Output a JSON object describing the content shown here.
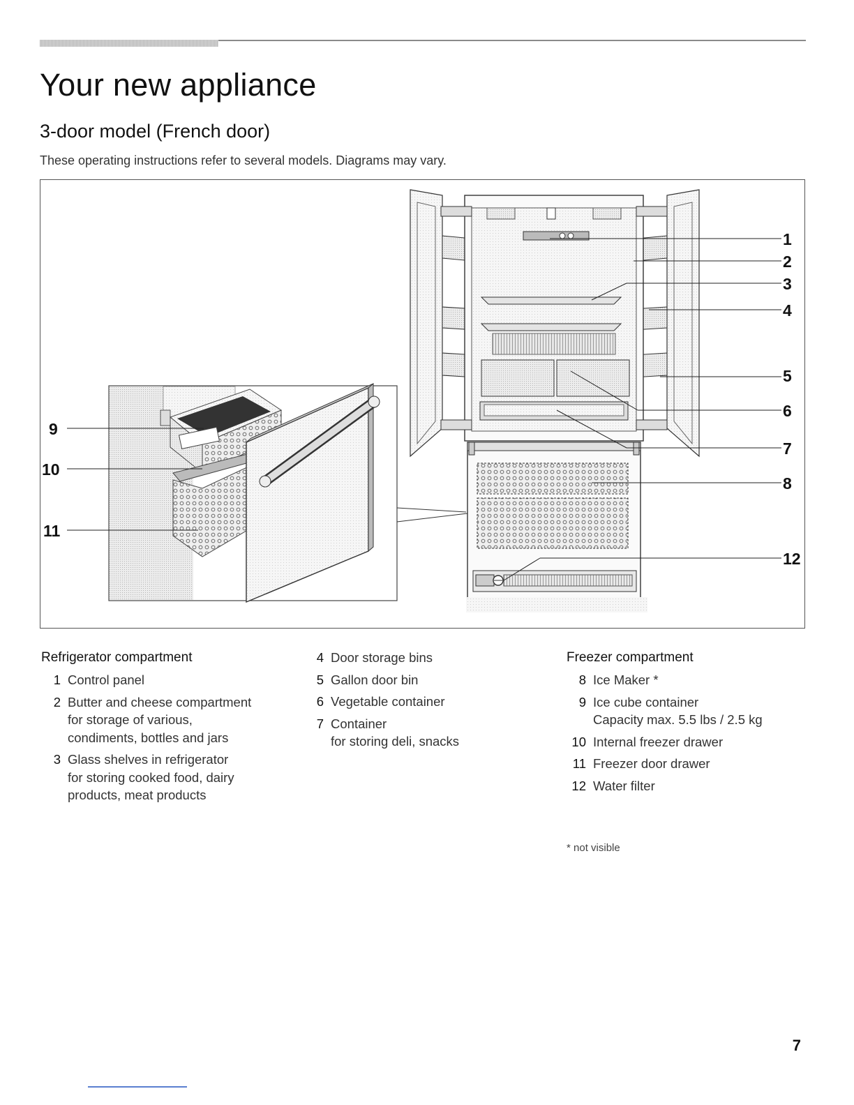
{
  "header": {
    "title": "Your new appliance",
    "subtitle": "3-door model (French door)",
    "intro": "These operating instructions refer to several models. Diagrams may vary."
  },
  "figure": {
    "callouts": [
      "1",
      "2",
      "3",
      "4",
      "5",
      "6",
      "7",
      "8",
      "9",
      "10",
      "11",
      "12"
    ]
  },
  "refrigerator": {
    "heading": "Refrigerator compartment",
    "items": [
      {
        "num": "1",
        "text": "Control panel"
      },
      {
        "num": "2",
        "text": "Butter and cheese compartment\nfor storage of various,\ncondiments,  bottles and jars"
      },
      {
        "num": "3",
        "text": "Glass shelves in refrigerator\nfor storing cooked food, dairy\nproducts, meat products"
      }
    ],
    "items_col2": [
      {
        "num": "4",
        "text": "Door storage bins"
      },
      {
        "num": "5",
        "text": "Gallon door bin"
      },
      {
        "num": "6",
        "text": "Vegetable container"
      },
      {
        "num": "7",
        "text": "Container\nfor storing deli, snacks"
      }
    ]
  },
  "freezer": {
    "heading": "Freezer compartment",
    "items": [
      {
        "num": "8",
        "text": "Ice Maker *"
      },
      {
        "num": "9",
        "text": "Ice cube container\nCapacity max. 5.5 lbs / 2.5 kg"
      },
      {
        "num": "10",
        "text": "Internal freezer drawer"
      },
      {
        "num": "11",
        "text": "Freezer door drawer"
      },
      {
        "num": "12",
        "text": "Water filter"
      }
    ]
  },
  "footnote": "* not visible",
  "page_number": "7"
}
